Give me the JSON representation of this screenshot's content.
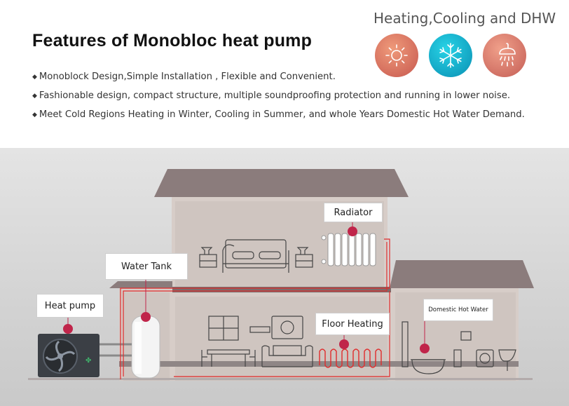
{
  "title": "Features of Monobloc heat pump",
  "header_tag": "Heating,Cooling and DHW",
  "features": [
    "Monoblock Design,Simple Installation , Flexible and Convenient.",
    "Fashionable design, compact structure, multiple soundproofing protection and running in lower noise.",
    "Meet Cold Regions Heating in Winter, Cooling in Summer, and whole Years Domestic Hot Water Demand."
  ],
  "bullet": "◆",
  "icons": [
    "sun-icon",
    "snowflake-icon",
    "shower-icon"
  ],
  "callouts": {
    "radiator": "Radiator",
    "water_tank": "Water Tank",
    "heat_pump": "Heat pump",
    "floor_heating": "Floor Heating",
    "dhw": "Domestic Hot Water"
  },
  "colors": {
    "marker": "#c0254a",
    "pipe": "#e02b2b",
    "roof": "#8a7a7a",
    "wall": "#d8cfcb",
    "heat_icon": "#d46a5c",
    "cool_icon": "#12a9c9",
    "dhw_icon": "#d66e60"
  }
}
